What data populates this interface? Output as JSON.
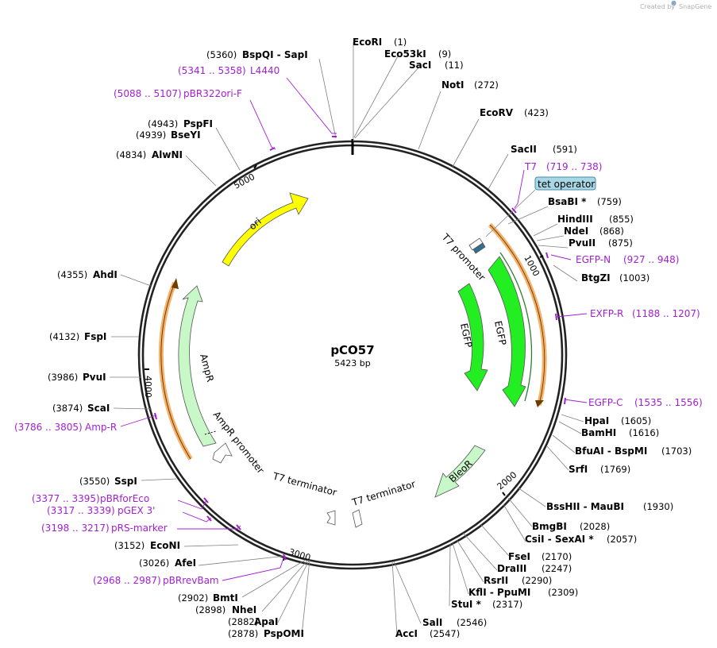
{
  "credit": {
    "prefix": "Created by",
    "brand": "SnapGene"
  },
  "plasmid": {
    "name": "pCO57",
    "length_label": "5423 bp",
    "length": 5423
  },
  "ticks": [
    "1000",
    "2000",
    "3000",
    "4000",
    "5000"
  ],
  "enzymes": [
    {
      "name": "EcoRI",
      "pos": "(1)"
    },
    {
      "name": "Eco53kI",
      "pos": "(9)"
    },
    {
      "name": "SacI",
      "pos": "(11)"
    },
    {
      "name": "NotI",
      "pos": "(272)"
    },
    {
      "name": "EcoRV",
      "pos": "(423)"
    },
    {
      "name": "SacII",
      "pos": "(591)"
    },
    {
      "name": "BsaBI *",
      "pos": "(759)"
    },
    {
      "name": "HindIII",
      "pos": "(855)"
    },
    {
      "name": "NdeI",
      "pos": "(868)"
    },
    {
      "name": "PvuII",
      "pos": "(875)"
    },
    {
      "name": "BtgZI",
      "pos": "(1003)"
    },
    {
      "name": "HpaI",
      "pos": "(1605)"
    },
    {
      "name": "BamHI",
      "pos": "(1616)"
    },
    {
      "name": "BfuAI - BspMI",
      "pos": "(1703)"
    },
    {
      "name": "SrfI",
      "pos": "(1769)"
    },
    {
      "name": "BssHII - MauBI",
      "pos": "(1930)"
    },
    {
      "name": "BmgBI",
      "pos": "(2028)"
    },
    {
      "name": "CsiI - SexAI *",
      "pos": "(2057)"
    },
    {
      "name": "FseI",
      "pos": "(2170)"
    },
    {
      "name": "DraIII",
      "pos": "(2247)"
    },
    {
      "name": "RsrII",
      "pos": "(2290)"
    },
    {
      "name": "KflI - PpuMI",
      "pos": "(2309)"
    },
    {
      "name": "StuI *",
      "pos": "(2317)"
    },
    {
      "name": "SalI",
      "pos": "(2546)"
    },
    {
      "name": "AccI",
      "pos": "(2547)"
    },
    {
      "name": "PspOMI",
      "pos": "(2878)"
    },
    {
      "name": "ApaI",
      "pos": "(2882)"
    },
    {
      "name": "NheI",
      "pos": "(2898)"
    },
    {
      "name": "BmtI",
      "pos": "(2902)"
    },
    {
      "name": "AfeI",
      "pos": "(3026)"
    },
    {
      "name": "EcoNI",
      "pos": "(3152)"
    },
    {
      "name": "SspI",
      "pos": "(3550)"
    },
    {
      "name": "ScaI",
      "pos": "(3874)"
    },
    {
      "name": "PvuI",
      "pos": "(3986)"
    },
    {
      "name": "FspI",
      "pos": "(4132)"
    },
    {
      "name": "AhdI",
      "pos": "(4355)"
    },
    {
      "name": "AlwNI",
      "pos": "(4834)"
    },
    {
      "name": "BseYI",
      "pos": "(4939)"
    },
    {
      "name": "PspFI",
      "pos": "(4943)"
    },
    {
      "name": "BspQI - SapI",
      "pos": "(5360)"
    }
  ],
  "primers": [
    {
      "name": "L4440",
      "pos": "(5341 .. 5358)"
    },
    {
      "name": "pBR322ori-F",
      "pos": "(5088 .. 5107)"
    },
    {
      "name": "T7",
      "pos": "(719 .. 738)"
    },
    {
      "name": "EGFP-N",
      "pos": "(927 .. 948)"
    },
    {
      "name": "EXFP-R",
      "pos": "(1188 .. 1207)"
    },
    {
      "name": "EGFP-C",
      "pos": "(1535 .. 1556)"
    },
    {
      "name": "Amp-R",
      "pos": "(3786 .. 3805)"
    },
    {
      "name": "pBRforEco",
      "pos": "(3377 .. 3395)"
    },
    {
      "name": "pGEX 3'",
      "pos": "(3317 .. 3339)"
    },
    {
      "name": "pRS-marker",
      "pos": "(3198 .. 3217)"
    },
    {
      "name": "pBRrevBam",
      "pos": "(2968 .. 2987)"
    }
  ],
  "features": {
    "tet_operator": "tet operator",
    "t7_promoter": "T7 promoter",
    "egfp_outer": "EGFP",
    "egfp_inner": "EGFP",
    "ori": "ori",
    "ampr": "AmpR",
    "ampr_promoter": "AmpR promoter",
    "bleor": "BleoR",
    "t7_terminator_1": "T7 terminator",
    "t7_terminator_2": "T7 terminator"
  },
  "colors": {
    "backbone": "#222222",
    "primer": "#a21fd1",
    "ori": "#ffff00",
    "egfp": "#22ee22",
    "marker": "#c8f7c8",
    "orf": "#f6b26b",
    "operator": "#a8d8e6"
  }
}
